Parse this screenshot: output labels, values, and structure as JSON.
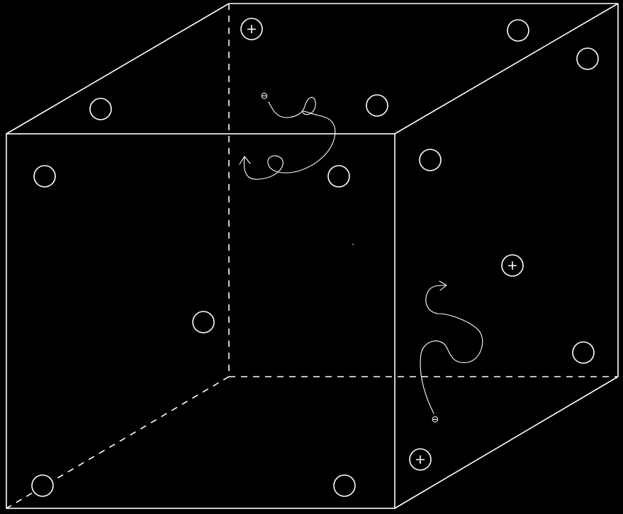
{
  "diagram": {
    "background_color": "#000000",
    "line_color": "#ffffff",
    "cation_sign": "+",
    "electron_sign": "⊖",
    "atoms": [
      {
        "kind": "neutral"
      },
      {
        "kind": "neutral"
      },
      {
        "kind": "neutral"
      },
      {
        "kind": "neutral"
      },
      {
        "kind": "neutral"
      },
      {
        "kind": "neutral"
      },
      {
        "kind": "neutral"
      },
      {
        "kind": "neutral"
      },
      {
        "kind": "neutral"
      },
      {
        "kind": "neutral"
      },
      {
        "kind": "neutral"
      },
      {
        "kind": "neutral"
      },
      {
        "kind": "cation"
      },
      {
        "kind": "cation"
      },
      {
        "kind": "cation"
      }
    ],
    "electrons": [
      {
        "path": "curly-wander",
        "arrow": "end"
      },
      {
        "path": "curly-wander",
        "arrow": "end"
      }
    ]
  }
}
